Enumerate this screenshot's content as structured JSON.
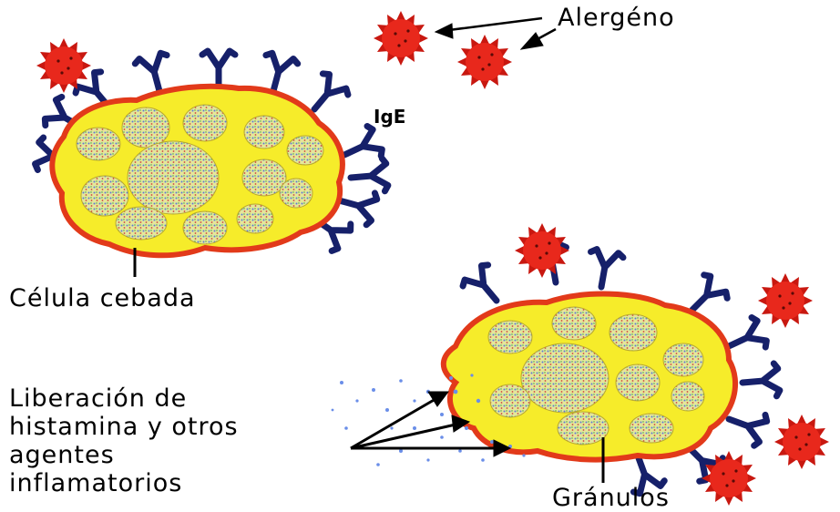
{
  "labels": {
    "allergen": "Alergéno",
    "ige": "IgE",
    "mast_cell": "Célula cebada",
    "release": "Liberación de\nhistamina y otros\nagentes\ninflamatorios",
    "granules": "Gránulos"
  },
  "colors": {
    "allergen_fill": "#e8281c",
    "allergen_spike": "#c81810",
    "antibody": "#16206a",
    "cytoplasm": "#f6ec2a",
    "membrane": "#e23a1a",
    "granule": "#dfe69a",
    "released_particles": "#6a8ee8"
  }
}
